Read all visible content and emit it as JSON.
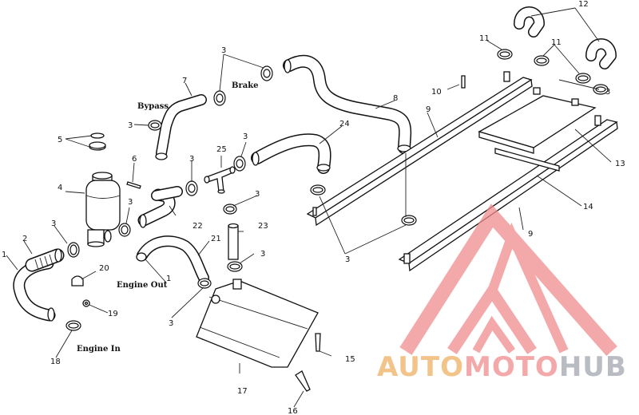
{
  "callouts": {
    "c1": "1",
    "c2": "2",
    "c3": "3",
    "c4": "4",
    "c5": "5",
    "c6": "6",
    "c7": "7",
    "c8": "8",
    "c9": "9",
    "c10": "10",
    "c11": "11",
    "c12": "12",
    "c13": "13",
    "c14": "14",
    "c15": "15",
    "c16": "16",
    "c17": "17",
    "c18": "18",
    "c19": "19",
    "c20": "20",
    "c21": "21",
    "c22": "22",
    "c23": "23",
    "c24": "24",
    "c25": "25"
  },
  "labels": {
    "bypass": "Bypass",
    "brake": "Brake",
    "engine_out": "Engine Out",
    "engine_in": "Engine In"
  },
  "watermark": {
    "word_auto": "AUTO",
    "word_moto": "MOTO",
    "word_hub": "HUB",
    "color_auto": "#f2c48a",
    "color_moto": "#f3a9a9",
    "color_hub": "#b9bcc2",
    "logo_color": "#f08d8d"
  }
}
